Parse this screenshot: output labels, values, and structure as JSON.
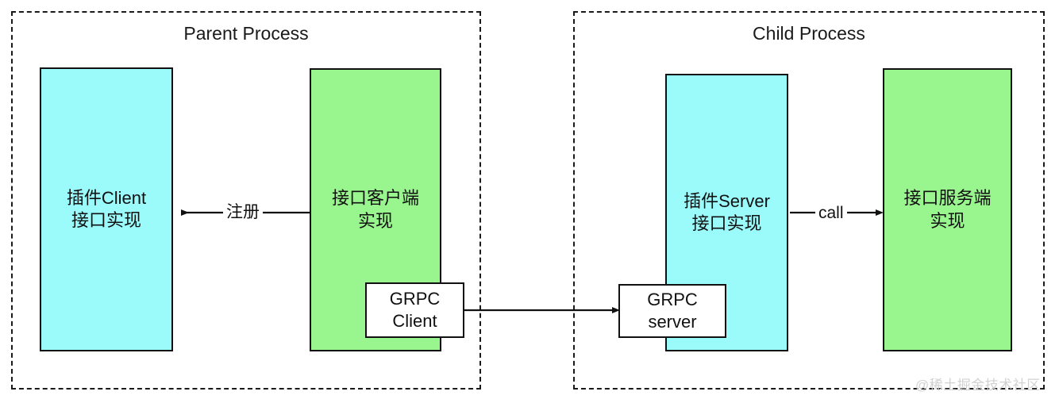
{
  "diagram": {
    "title_left": "Parent Process",
    "title_right": "Child Process",
    "watermark": "@稀土掘金技术社区",
    "colors": {
      "cyan": "#9bfbfb",
      "green": "#99f58d",
      "white": "#ffffff",
      "stroke": "#111111",
      "frame_dash": "#1a1a1a",
      "watermark": "#d2d2d2"
    }
  },
  "nodes": {
    "plugin_client": {
      "line1": "插件Client",
      "line2": "接口实现"
    },
    "iface_client_impl": {
      "line1": "接口客户端",
      "line2": "实现"
    },
    "grpc_client": {
      "line1": "GRPC",
      "line2": "Client"
    },
    "grpc_server": {
      "line1": "GRPC",
      "line2": "server"
    },
    "plugin_server": {
      "line1": "插件Server",
      "line2": "接口实现"
    },
    "iface_service_impl": {
      "line1": "接口服务端",
      "line2": "实现"
    }
  },
  "edges": {
    "register_label": "注册",
    "call_label": "call"
  }
}
